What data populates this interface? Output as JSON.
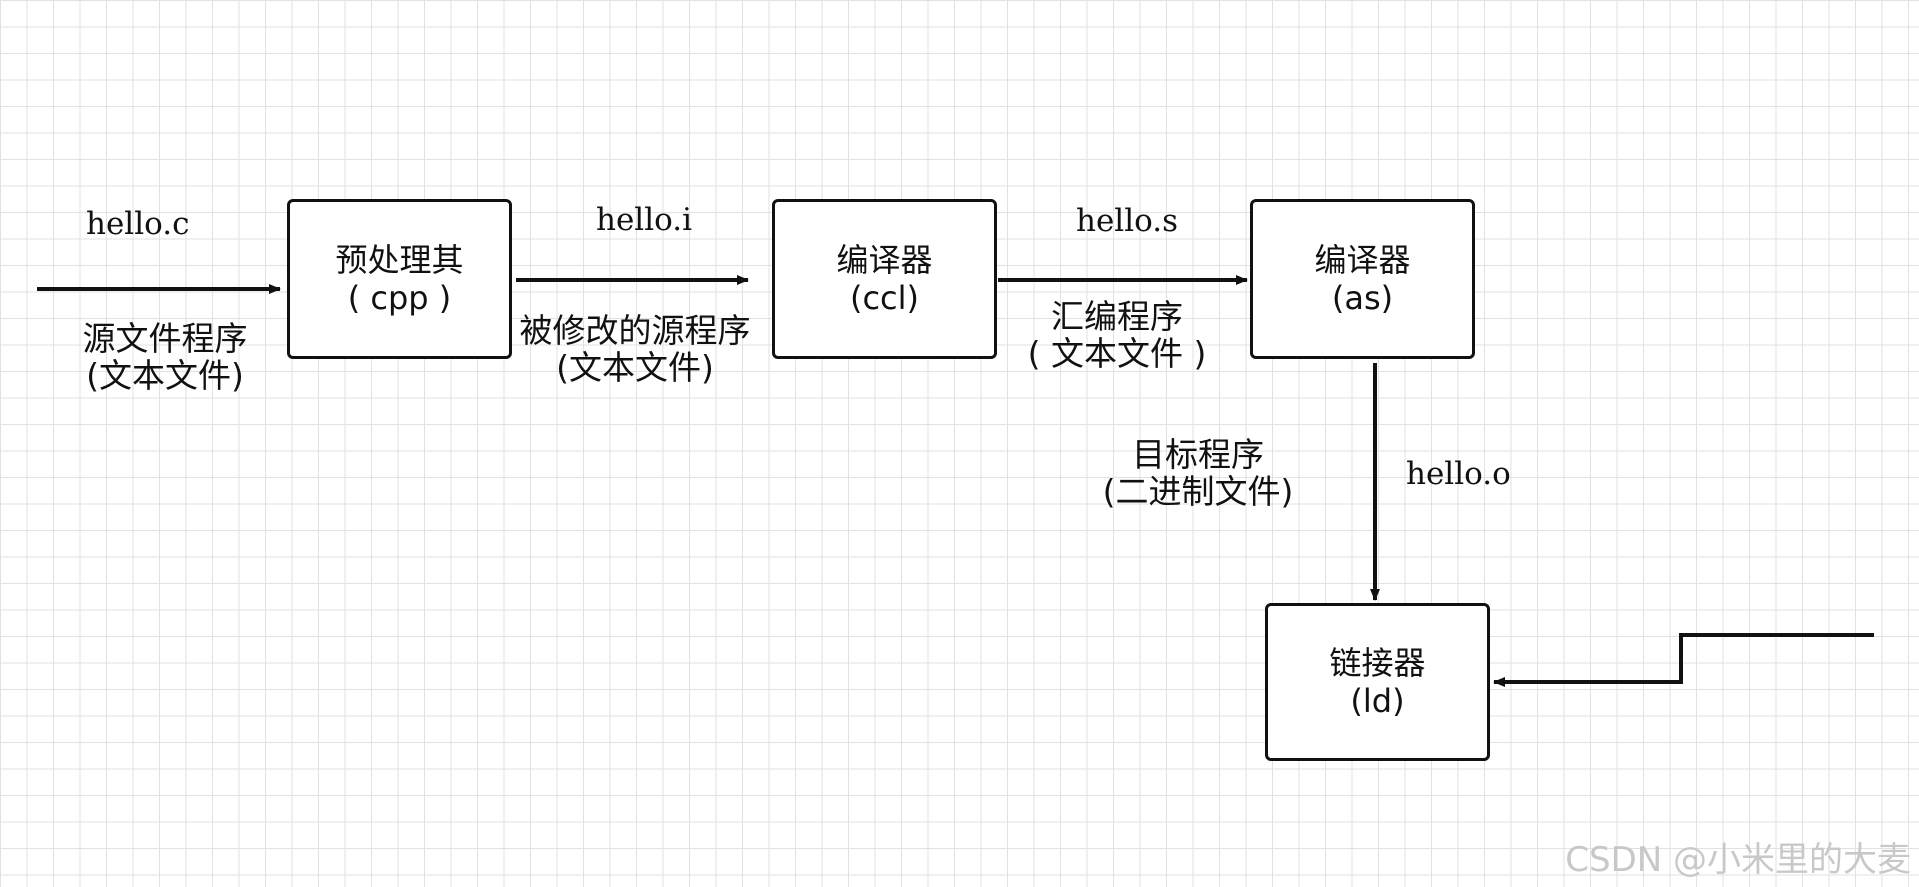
{
  "nodes": {
    "preprocessor": {
      "title": "预处理其",
      "sub": "( cpp )"
    },
    "compiler": {
      "title": "编译器",
      "sub": "(ccl)"
    },
    "assembler": {
      "title": "编译器",
      "sub": "(as)"
    },
    "linker": {
      "title": "链接器",
      "sub": "(ld)"
    }
  },
  "edges": {
    "input": {
      "file": "hello.c",
      "desc_line1": "源文件程序",
      "desc_line2": "(文本文件)"
    },
    "pre_to_comp": {
      "file": "hello.i",
      "desc_line1": "被修改的源程序",
      "desc_line2": "(文本文件)"
    },
    "comp_to_asm": {
      "file": "hello.s",
      "desc_line1": "汇编程序",
      "desc_line2": "( 文本文件 )"
    },
    "asm_to_link": {
      "file": "hello.o",
      "desc_line1": "目标程序",
      "desc_line2": "(二进制文件)"
    }
  },
  "watermark": "CSDN @小米里的大麦",
  "colors": {
    "stroke": "#111111",
    "grid": "#e2e2e2",
    "watermark": "#c8c8c8"
  }
}
